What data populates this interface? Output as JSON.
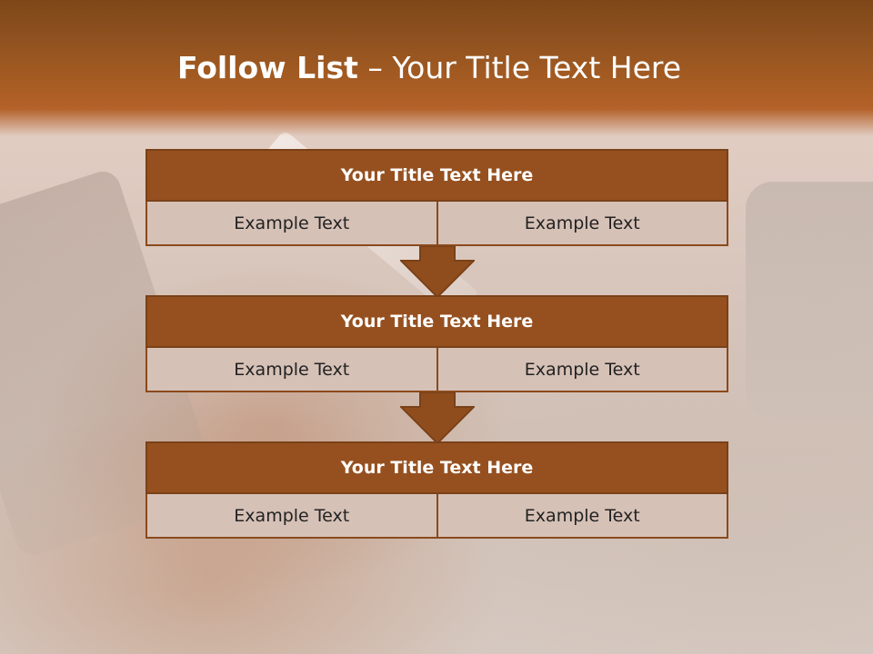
{
  "slide": {
    "title_bold": "Follow List",
    "title_rest": " – Your Title Text Here"
  },
  "steps": [
    {
      "title": "Your Title Text Here",
      "items": [
        "Example Text",
        "Example Text"
      ]
    },
    {
      "title": "Your Title Text Here",
      "items": [
        "Example Text",
        "Example Text"
      ]
    },
    {
      "title": "Your Title Text Here",
      "items": [
        "Example Text",
        "Example Text"
      ]
    }
  ],
  "colors": {
    "header": "#8e5120",
    "block_title": "#96501f",
    "cell": "#d6c1b7",
    "arrow": "#8f4d1e"
  },
  "icons": [
    "down-arrow-icon",
    "down-arrow-icon"
  ]
}
